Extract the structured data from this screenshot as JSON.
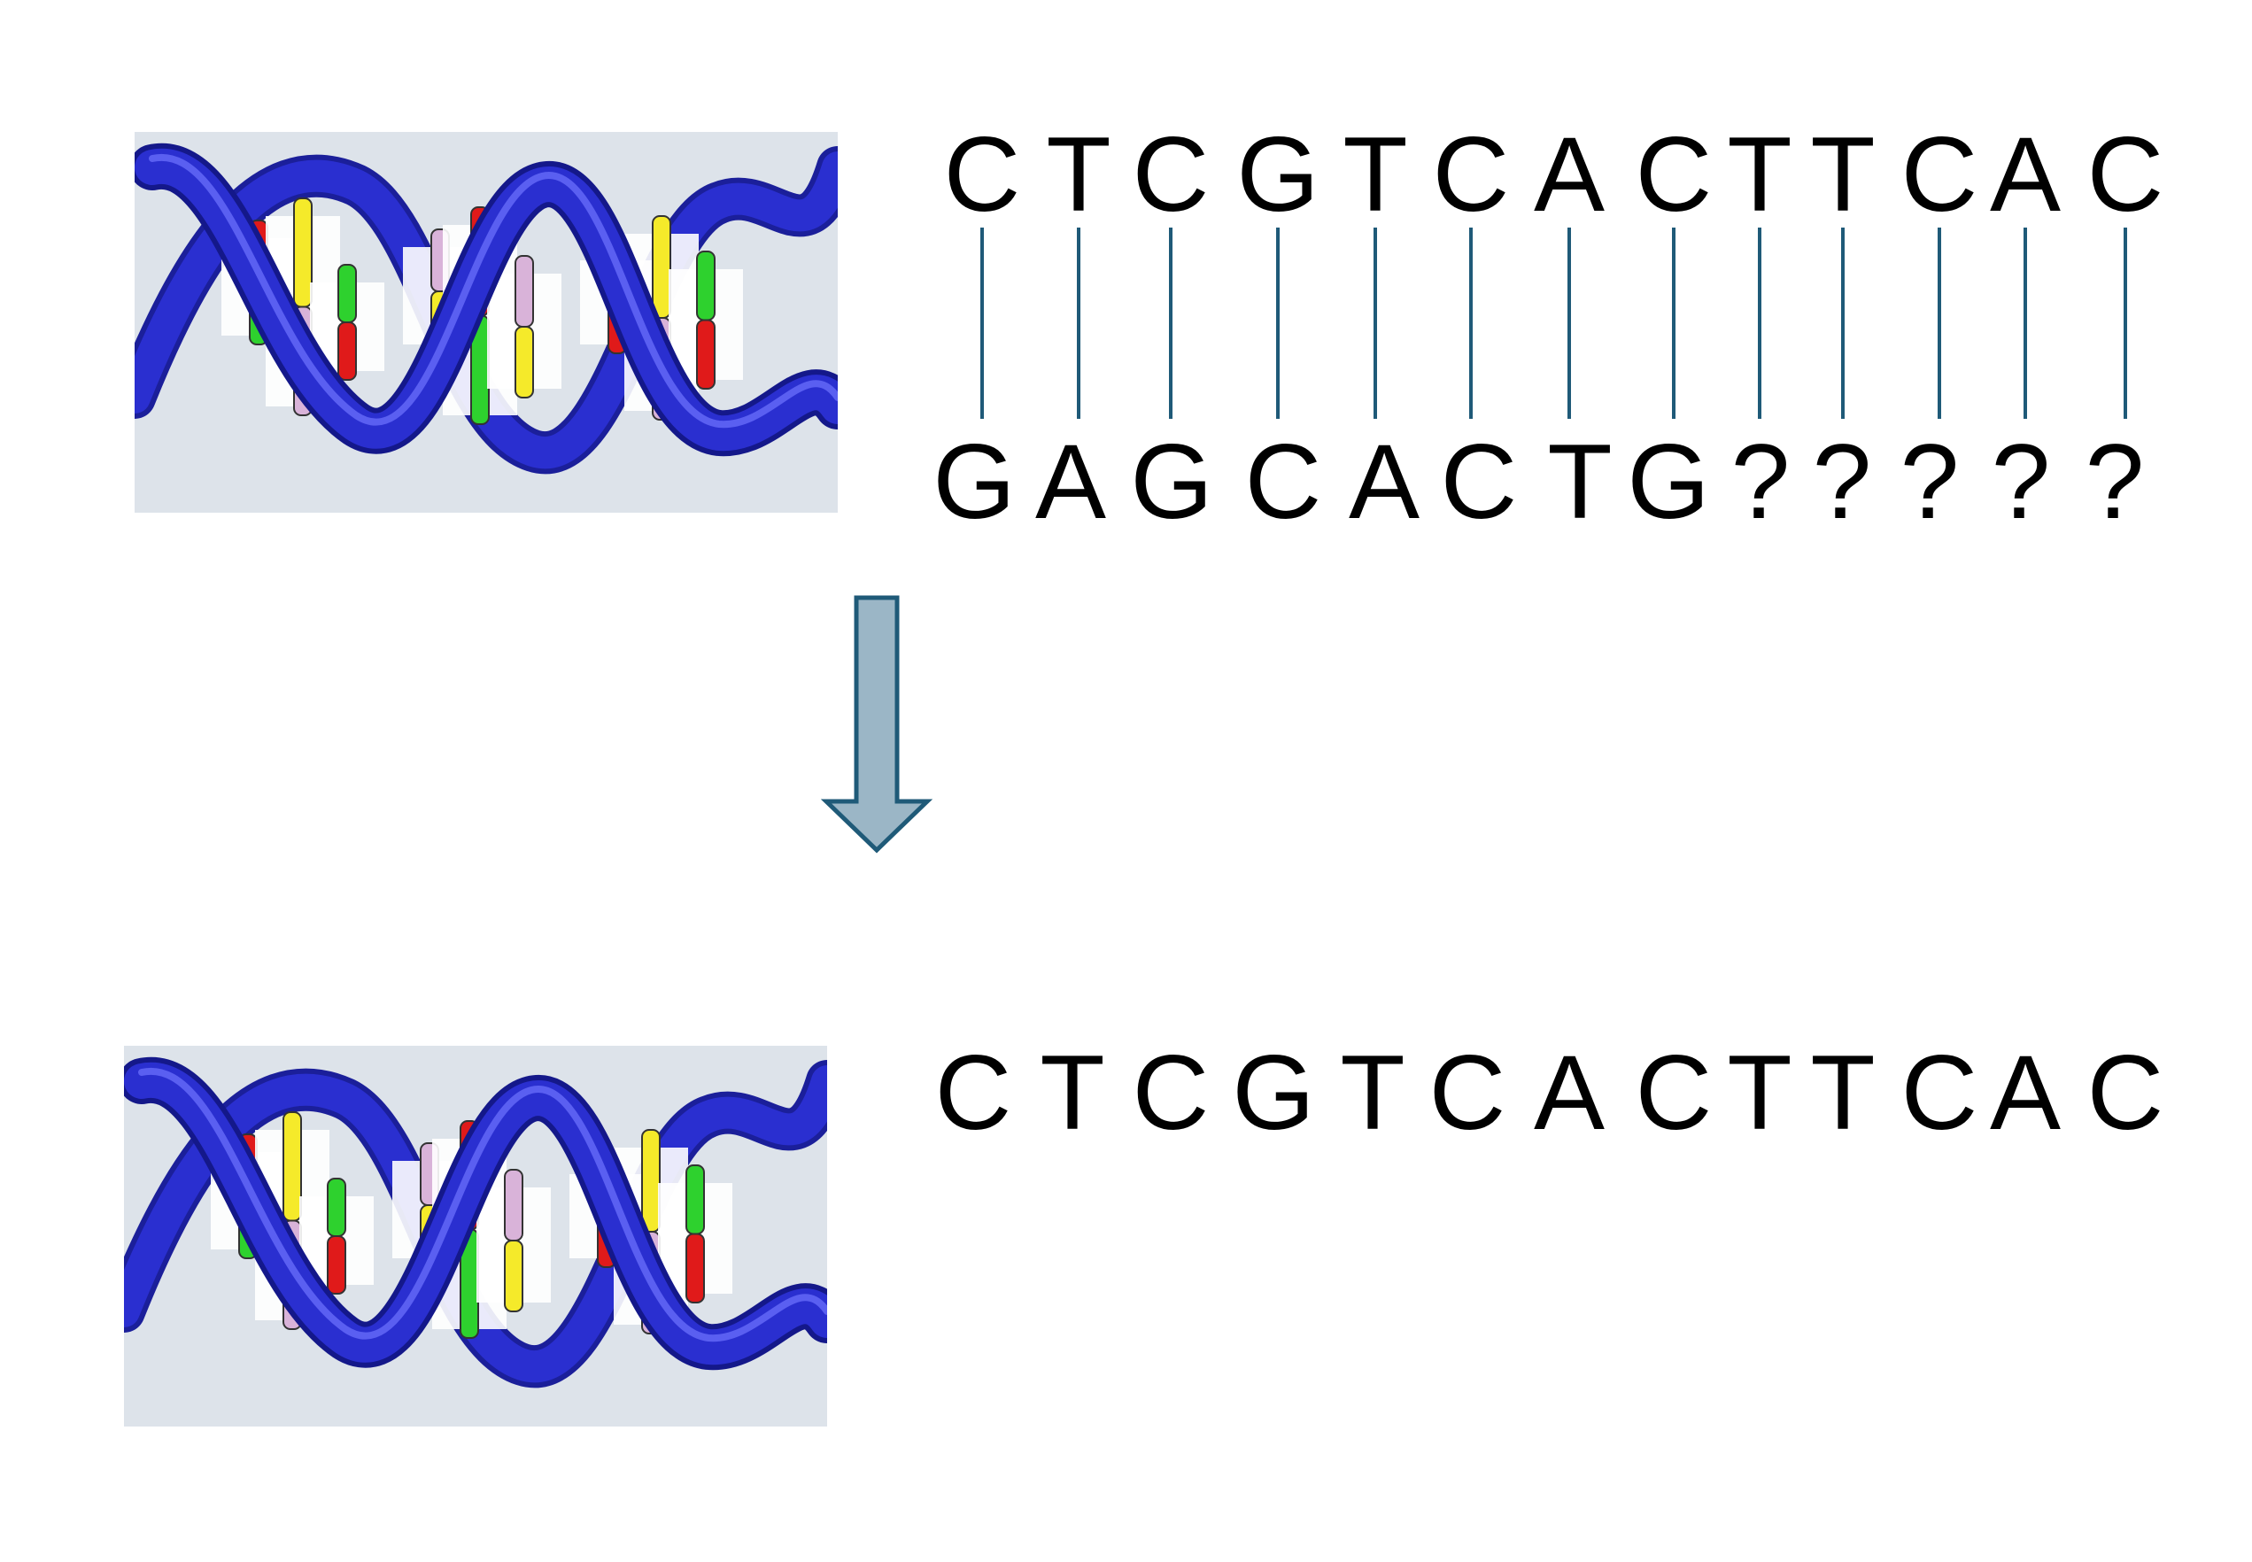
{
  "diagram": {
    "top_strand": [
      "C",
      "T",
      "C",
      "G",
      "T",
      "C",
      "A",
      "C",
      "T",
      "T",
      "C",
      "A",
      "C"
    ],
    "bottom_strand": [
      "G",
      "A",
      "G",
      "C",
      "A",
      "C",
      "T",
      "G",
      "?",
      "?",
      "?",
      "?",
      "?"
    ],
    "result_strand": [
      "C",
      "T",
      "C",
      "G",
      "T",
      "C",
      "A",
      "C",
      "T",
      "T",
      "C",
      "A",
      "C"
    ],
    "connector_color": "#1f5a78",
    "arrow_color": "#9bb6c6",
    "arrow_outline_color": "#1f5a78",
    "dna_backbone_color": "#2a2fd0",
    "dna_panel_color": "#dde3ea",
    "dna_base_colors": [
      "#e01a1a",
      "#f5ea2a",
      "#2ed12e",
      "#d9b3d9",
      "#ffffff"
    ],
    "icons": [
      "dna-helix-icon",
      "down-arrow-icon"
    ]
  }
}
